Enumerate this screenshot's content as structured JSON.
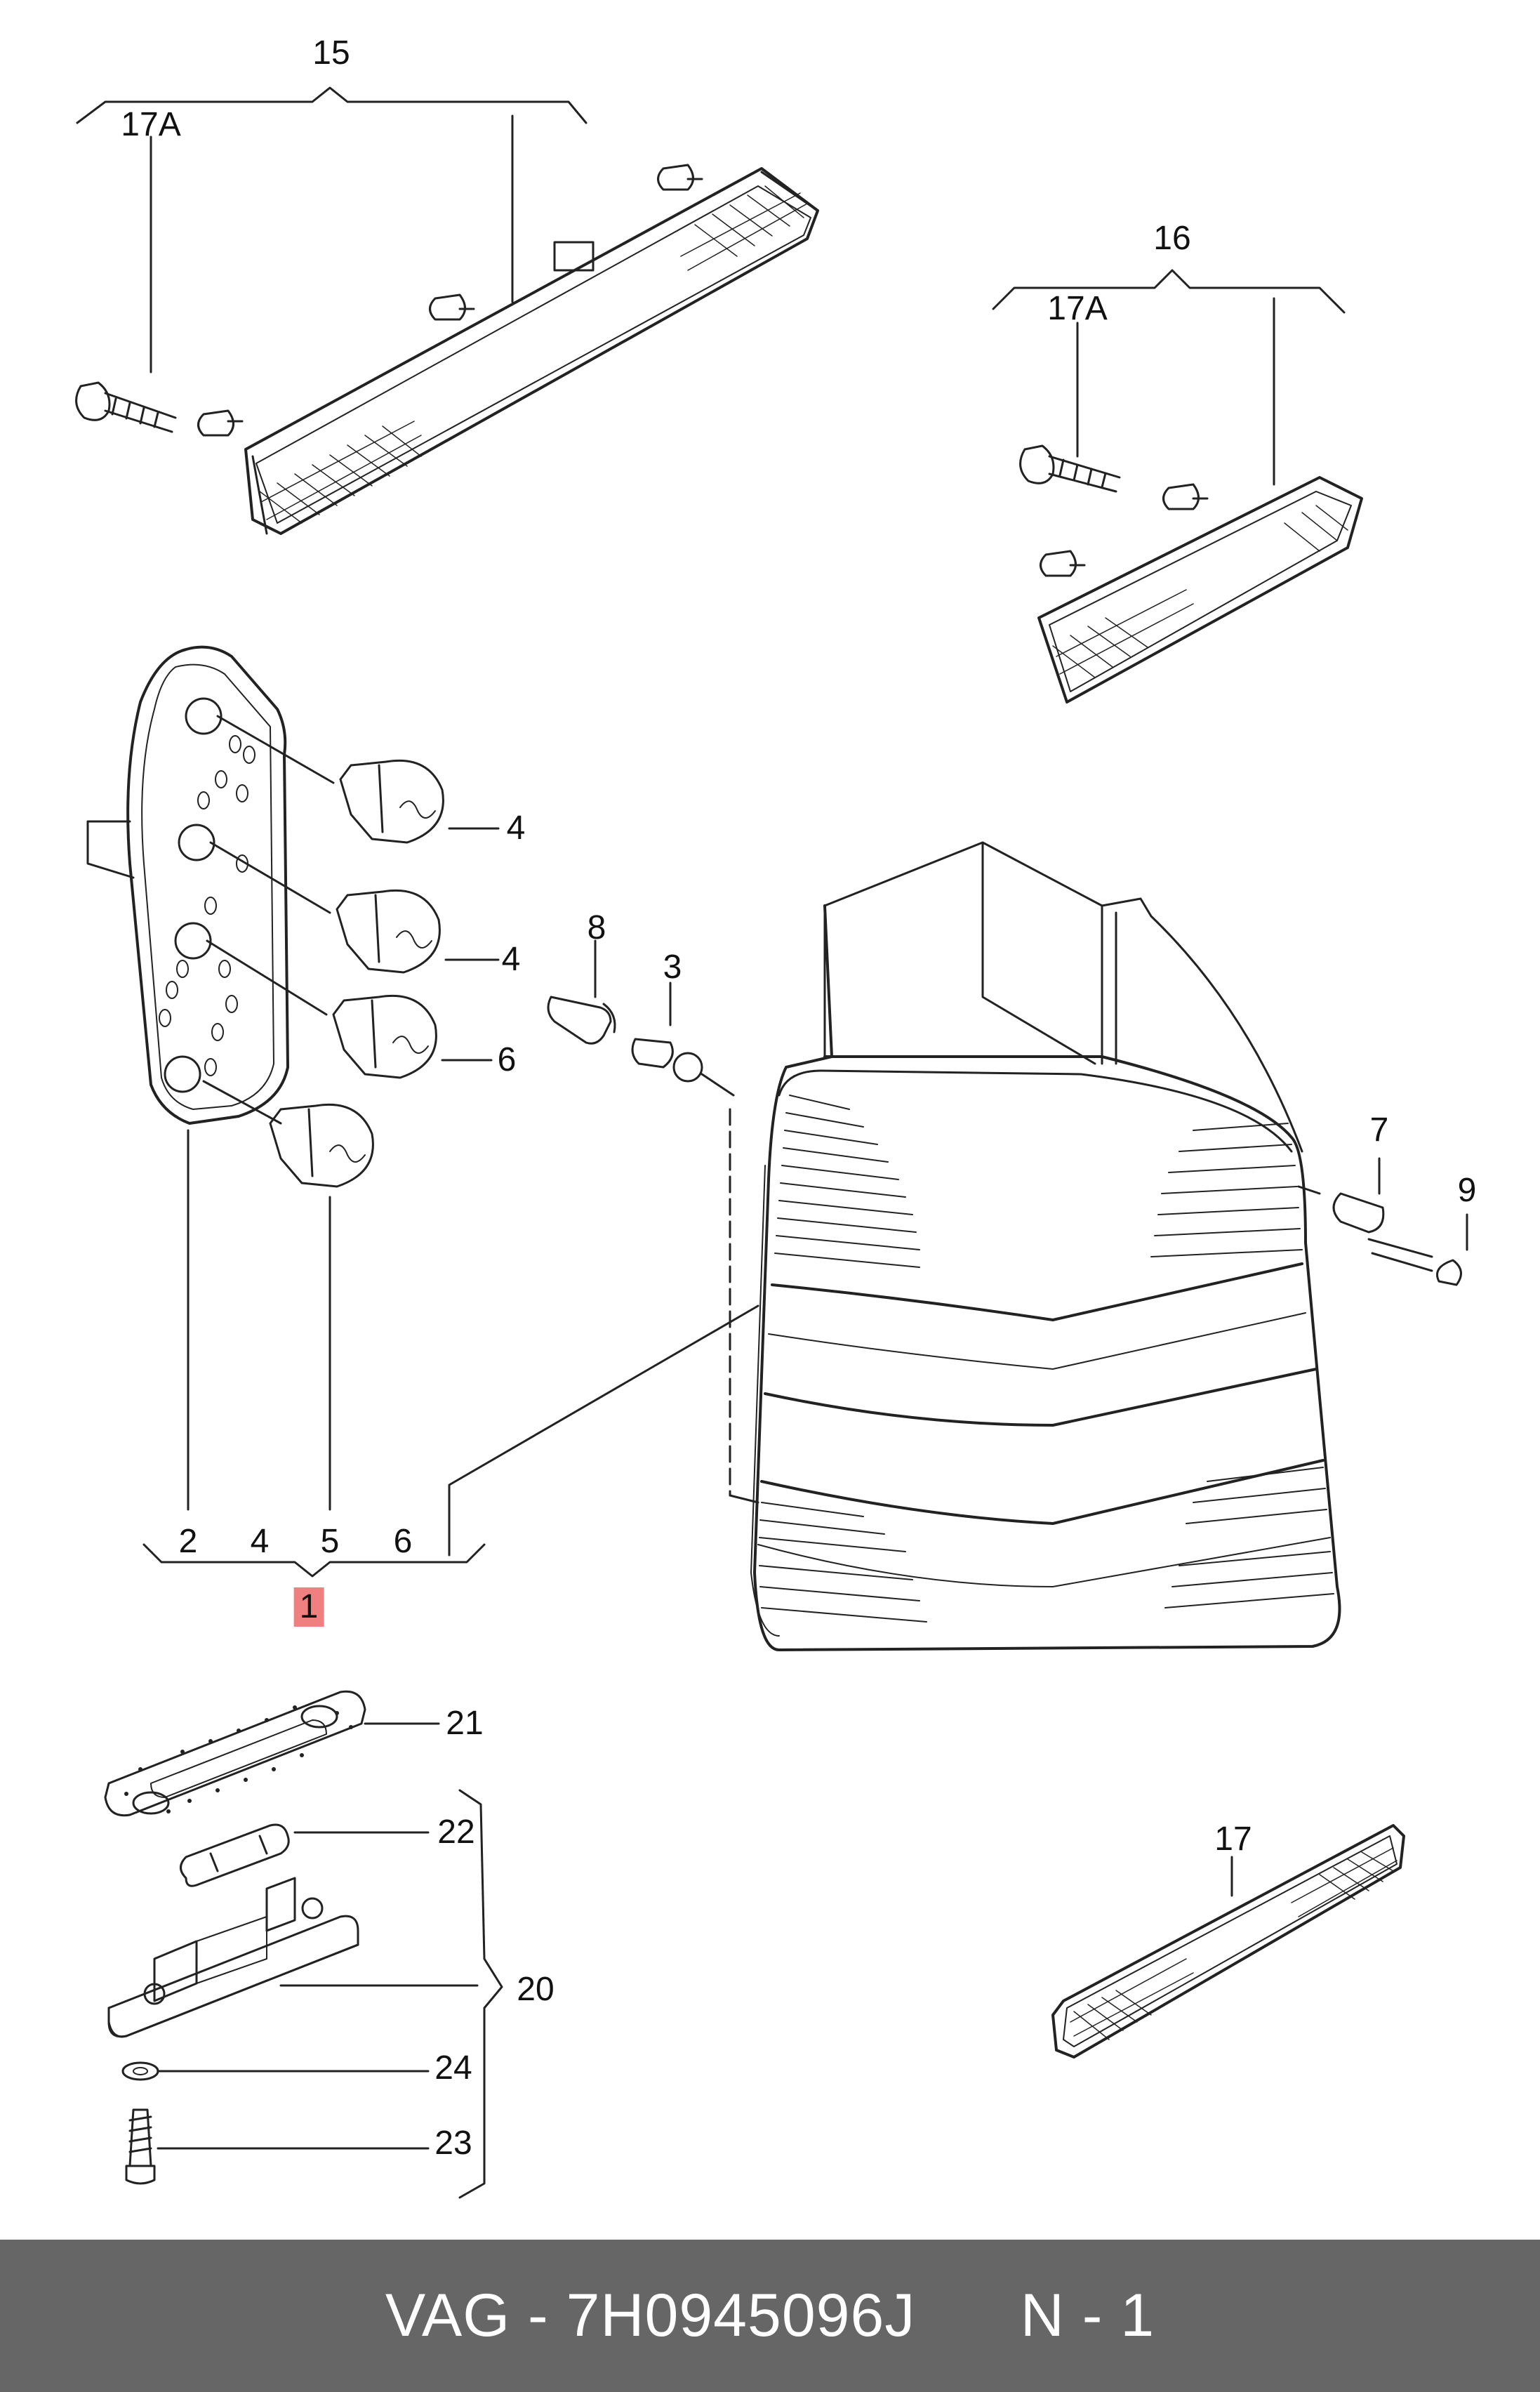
{
  "labels": {
    "l15": "15",
    "l17a_top": "17A",
    "l16": "16",
    "l17a_right": "17A",
    "l4a": "4",
    "l4b": "4",
    "l6_right": "6",
    "l8": "8",
    "l3": "3",
    "l7": "7",
    "l9": "9",
    "l2": "2",
    "l4_bottom": "4",
    "l5": "5",
    "l6_bottom": "6",
    "l1": "1",
    "l21": "21",
    "l22": "22",
    "l20": "20",
    "l24": "24",
    "l23": "23",
    "l17": "17"
  },
  "highlight_color": "#f08080",
  "footer": {
    "brand": "VAG",
    "separator": " - ",
    "part_number": "7H0945096J",
    "note": "N - 1",
    "background": "#666666"
  }
}
